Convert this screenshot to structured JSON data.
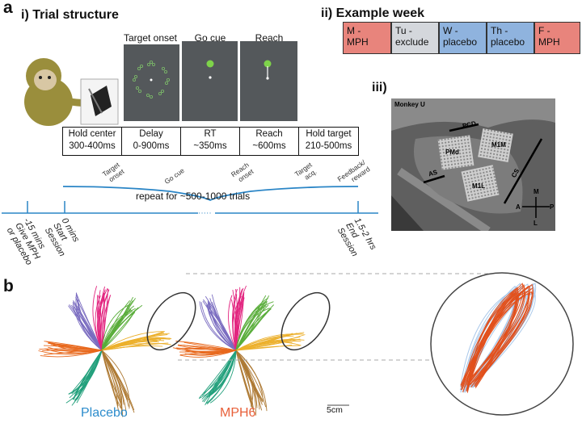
{
  "panel_a": {
    "letter": "a",
    "section_i": "i) Trial structure",
    "screens": [
      "Target onset",
      "Go cue",
      "Reach"
    ],
    "phases": [
      {
        "l1": "Hold center",
        "l2": "300-400ms"
      },
      {
        "l1": "Delay",
        "l2": "0-900ms"
      },
      {
        "l1": "RT",
        "l2": "~350ms"
      },
      {
        "l1": "Reach",
        "l2": "~600ms"
      },
      {
        "l1": "Hold target",
        "l2": "210-500ms"
      }
    ],
    "events": [
      "Target\nonset",
      "Go cue",
      "Reach\nonset",
      "Target\nacq.",
      "Feedback/\nreward"
    ],
    "repeat": "repeat for ~500-1000 trials",
    "timeline": {
      "t1": "-15 mins\nGive MPH\nor placebo",
      "t2": "0 mins\nStart\nSession",
      "t3": "1.5-2 hrs\nEnd\nSession"
    },
    "section_ii": "ii) Example week",
    "week": [
      {
        "l1": "M -",
        "l2": "MPH",
        "color": "#e8847c"
      },
      {
        "l1": "Tu -",
        "l2": "exclude",
        "color": "#d4d7dc"
      },
      {
        "l1": "W -",
        "l2": "placebo",
        "color": "#8fb3de"
      },
      {
        "l1": "Th -",
        "l2": "placebo",
        "color": "#8fb3de"
      },
      {
        "l1": "F -",
        "l2": "MPH",
        "color": "#e8847c"
      }
    ],
    "section_iii": "iii)",
    "photo": {
      "monkey": "Monkey U",
      "labels": [
        "PCD",
        "PMd",
        "M1M",
        "AS",
        "CS",
        "M1L"
      ],
      "compass": {
        "m": "M",
        "a": "A",
        "p": "P",
        "l": "L"
      }
    }
  },
  "panel_b": {
    "letter": "b",
    "placebo": "Placebo",
    "mph": "MPH6",
    "scale": "5cm",
    "colors": {
      "placebo_label": "#2c8ccc",
      "mph_label": "#e8603a",
      "purple": "#7a6cc0",
      "magenta": "#e2247f",
      "green": "#59ad3a",
      "orange": "#e8681c",
      "yellow": "#ecb02c",
      "teal": "#23a07c",
      "brown": "#ae7a34",
      "zoom_light": "#a9c8ea",
      "zoom_dark": "#e2501c",
      "week_mph": "#e8847c",
      "week_exclude": "#d4d7dc",
      "week_placebo": "#8fb3de",
      "timeline_blue": "#2a85c6"
    }
  }
}
